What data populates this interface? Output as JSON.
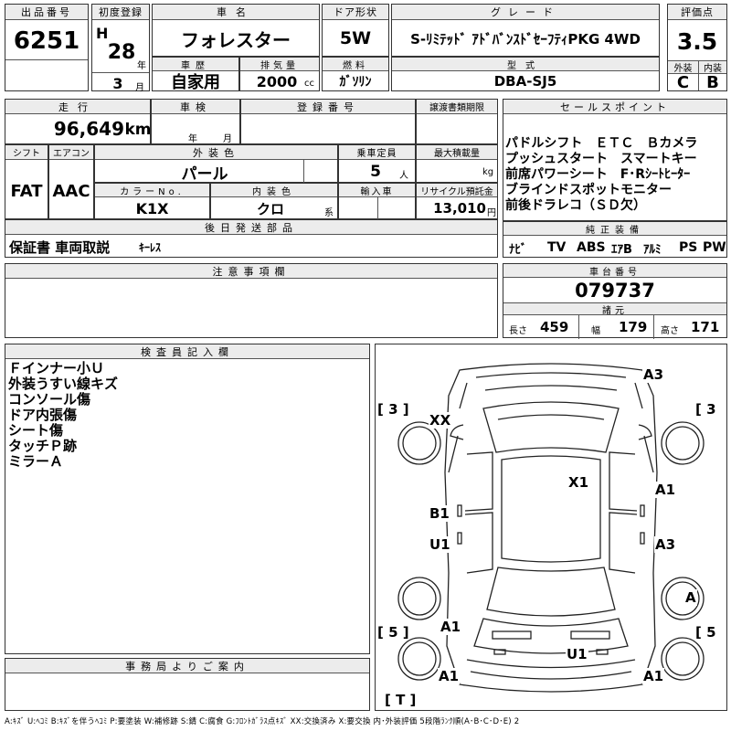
{
  "lot": {
    "label": "出品番号",
    "value": "6251"
  },
  "first_reg": {
    "label": "初度登録",
    "era": "H",
    "year": "28",
    "year_unit": "年",
    "month": "3",
    "month_unit": "月"
  },
  "car_name": {
    "label": "車名",
    "value": "フォレスター"
  },
  "door": {
    "label": "ドア形状",
    "value": "5W"
  },
  "grade": {
    "label": "グレード",
    "value": "S-ﾘﾐﾃｯﾄﾞ ｱﾄﾞﾊﾞﾝｽﾄﾞｾｰﾌﾃｨPKG 4WD"
  },
  "score": {
    "label": "評価点",
    "value": "3.5",
    "ext_label": "外装",
    "int_label": "内装",
    "ext": "C",
    "int": "B"
  },
  "history": {
    "label": "車歴",
    "value": "自家用"
  },
  "displacement": {
    "label": "排気量",
    "value": "2000",
    "unit": "cc"
  },
  "fuel": {
    "label": "燃料",
    "value": "ｶﾞｿﾘﾝ"
  },
  "model": {
    "label": "型式",
    "value": "DBA-SJ5"
  },
  "mileage": {
    "label": "走行",
    "value": "96,649",
    "unit": "km"
  },
  "inspection": {
    "label": "車検",
    "year_unit": "年",
    "month_unit": "月"
  },
  "reg_no": {
    "label": "登録番号"
  },
  "transfer": {
    "label": "譲渡書類期限"
  },
  "shift": {
    "label": "シフト",
    "value": "FAT"
  },
  "aircon": {
    "label": "エアコン",
    "value": "AAC"
  },
  "ext_color": {
    "label": "外装色",
    "value": "パール"
  },
  "capacity": {
    "label": "乗車定員",
    "value": "5",
    "unit": "人"
  },
  "load": {
    "label": "最大積載量",
    "unit": "kg"
  },
  "color_no": {
    "label": "カラーNo.",
    "value": "K1X"
  },
  "int_color": {
    "label": "内装色",
    "value": "クロ",
    "unit": "系"
  },
  "import": {
    "label": "輸入車"
  },
  "recycle": {
    "label": "リサイクル預託金",
    "value": "13,010",
    "unit": "円"
  },
  "later_parts": {
    "label": "後日発送部品",
    "value_a": "保証書 車両取説",
    "value_b": "ｷｰﾚｽ"
  },
  "notes": {
    "label": "注意事項欄"
  },
  "sales_points": {
    "label": "セールスポイント",
    "lines": [
      "パドルシフト　ＥＴＣ　Ｂカメラ",
      "プッシュスタート　スマートキー",
      "前席パワーシート　F･Rｼｰﾄﾋｰﾀｰ",
      "ブラインドスポットモニター",
      "前後ドラレコ（ＳＤ欠）"
    ]
  },
  "equipment": {
    "label": "純正装備",
    "items": [
      "ﾅﾋﾞ",
      "TV",
      "ABS",
      "ｴｱB",
      "ｱﾙﾐ",
      "PS",
      "PW"
    ]
  },
  "chassis": {
    "label": "車台番号",
    "value": "079737"
  },
  "specs": {
    "label": "諸元",
    "length_label": "長さ",
    "length": "459",
    "width_label": "幅",
    "width": "179",
    "height_label": "高さ",
    "height": "171"
  },
  "inspector": {
    "label": "検査員記入欄",
    "lines": [
      "Ｆインナー小Ｕ",
      "外装うすい線キズ",
      "コンソール傷",
      "ドア内張傷",
      "シート傷",
      "タッチＰ跡",
      "ミラーＡ"
    ]
  },
  "office": {
    "label": "事務局よりご案内"
  },
  "diagram": {
    "marks": {
      "a3_top": "A3",
      "xx": "XX",
      "x1": "X1",
      "b1": "B1",
      "u1_left": "U1",
      "a1_right": "A1",
      "a3_right": "A3",
      "a_right": "A",
      "a1_lower_left": "A1",
      "u1_bottom": "U1",
      "a1_bottom_left": "A1",
      "a1_bottom_right": "A1"
    },
    "brackets": {
      "tl": "[ 3 ]",
      "tr": "[ 3",
      "bl": "[ 5 ]",
      "br": "[ 5",
      "t": "[ T ]"
    }
  },
  "legend": "A:ｷｽﾞ U:ﾍｺﾐ B:ｷｽﾞを伴うﾍｺﾐ P:要塗装 W:補修跡 S:錆 C:腐食 G:ﾌﾛﾝﾄｶﾞﾗｽ点ｷｽﾞ XX:交換済み X:要交換 内･外装評価 5段階ﾗﾝｸ順(A･B･C･D･E) 2"
}
